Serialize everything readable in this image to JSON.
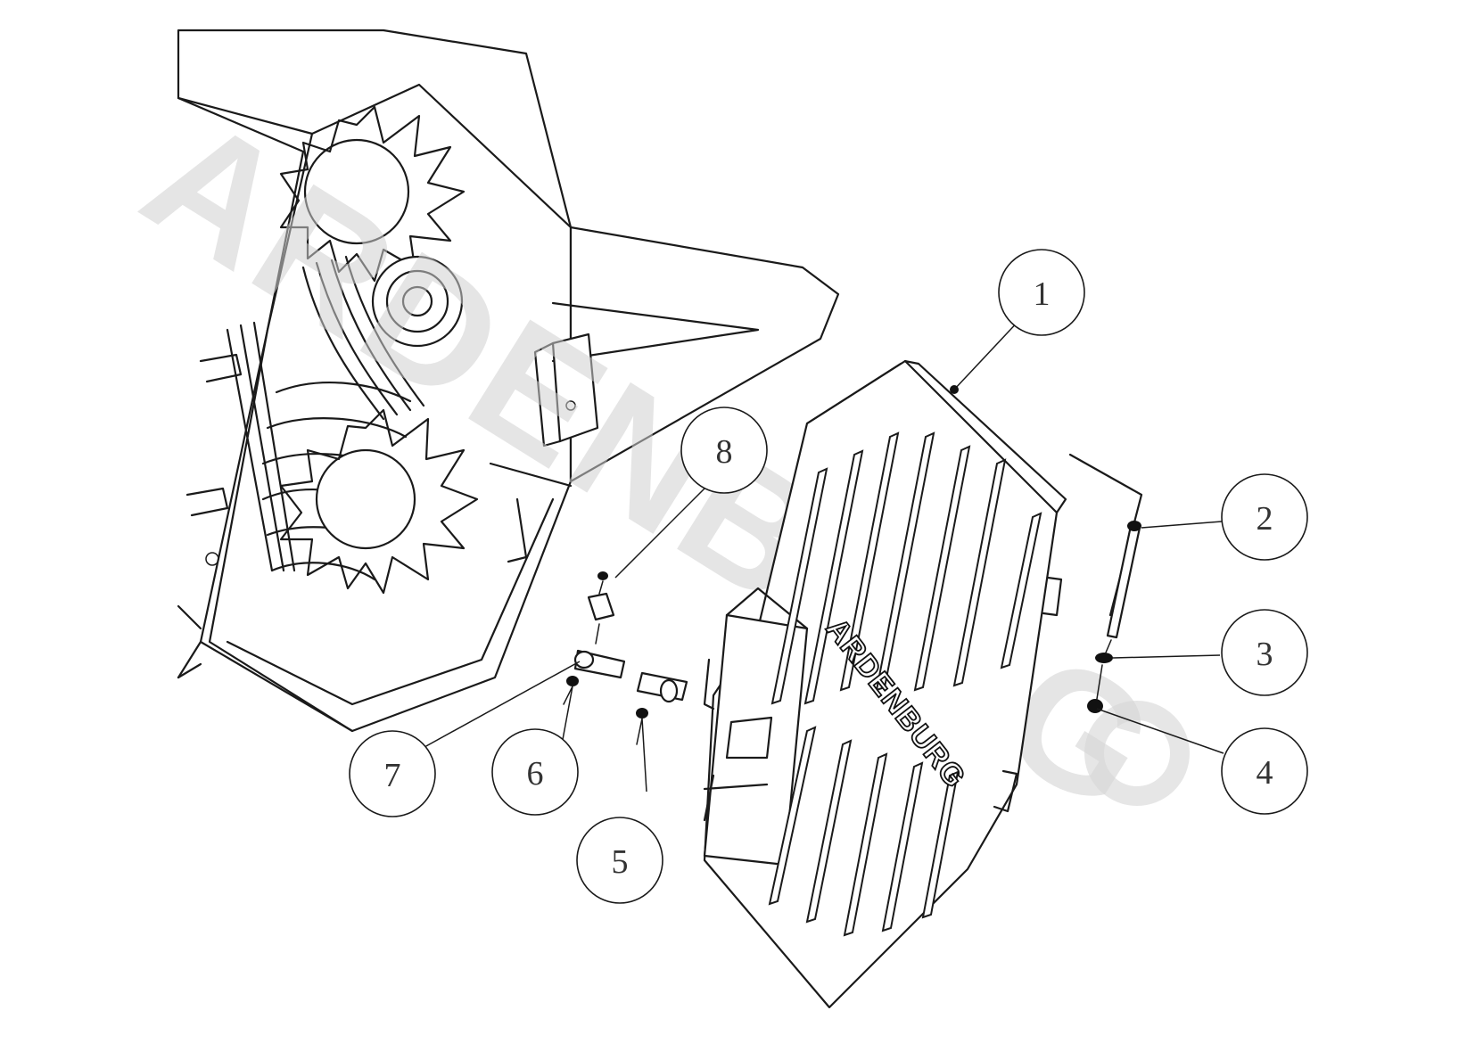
{
  "watermark": {
    "text": "ARDENBURG"
  },
  "plate_logo": {
    "text": "ARDENBURG"
  },
  "callouts": [
    {
      "label": "1"
    },
    {
      "label": "2"
    },
    {
      "label": "3"
    },
    {
      "label": "4"
    },
    {
      "label": "5"
    },
    {
      "label": "6"
    },
    {
      "label": "7"
    },
    {
      "label": "8"
    }
  ]
}
